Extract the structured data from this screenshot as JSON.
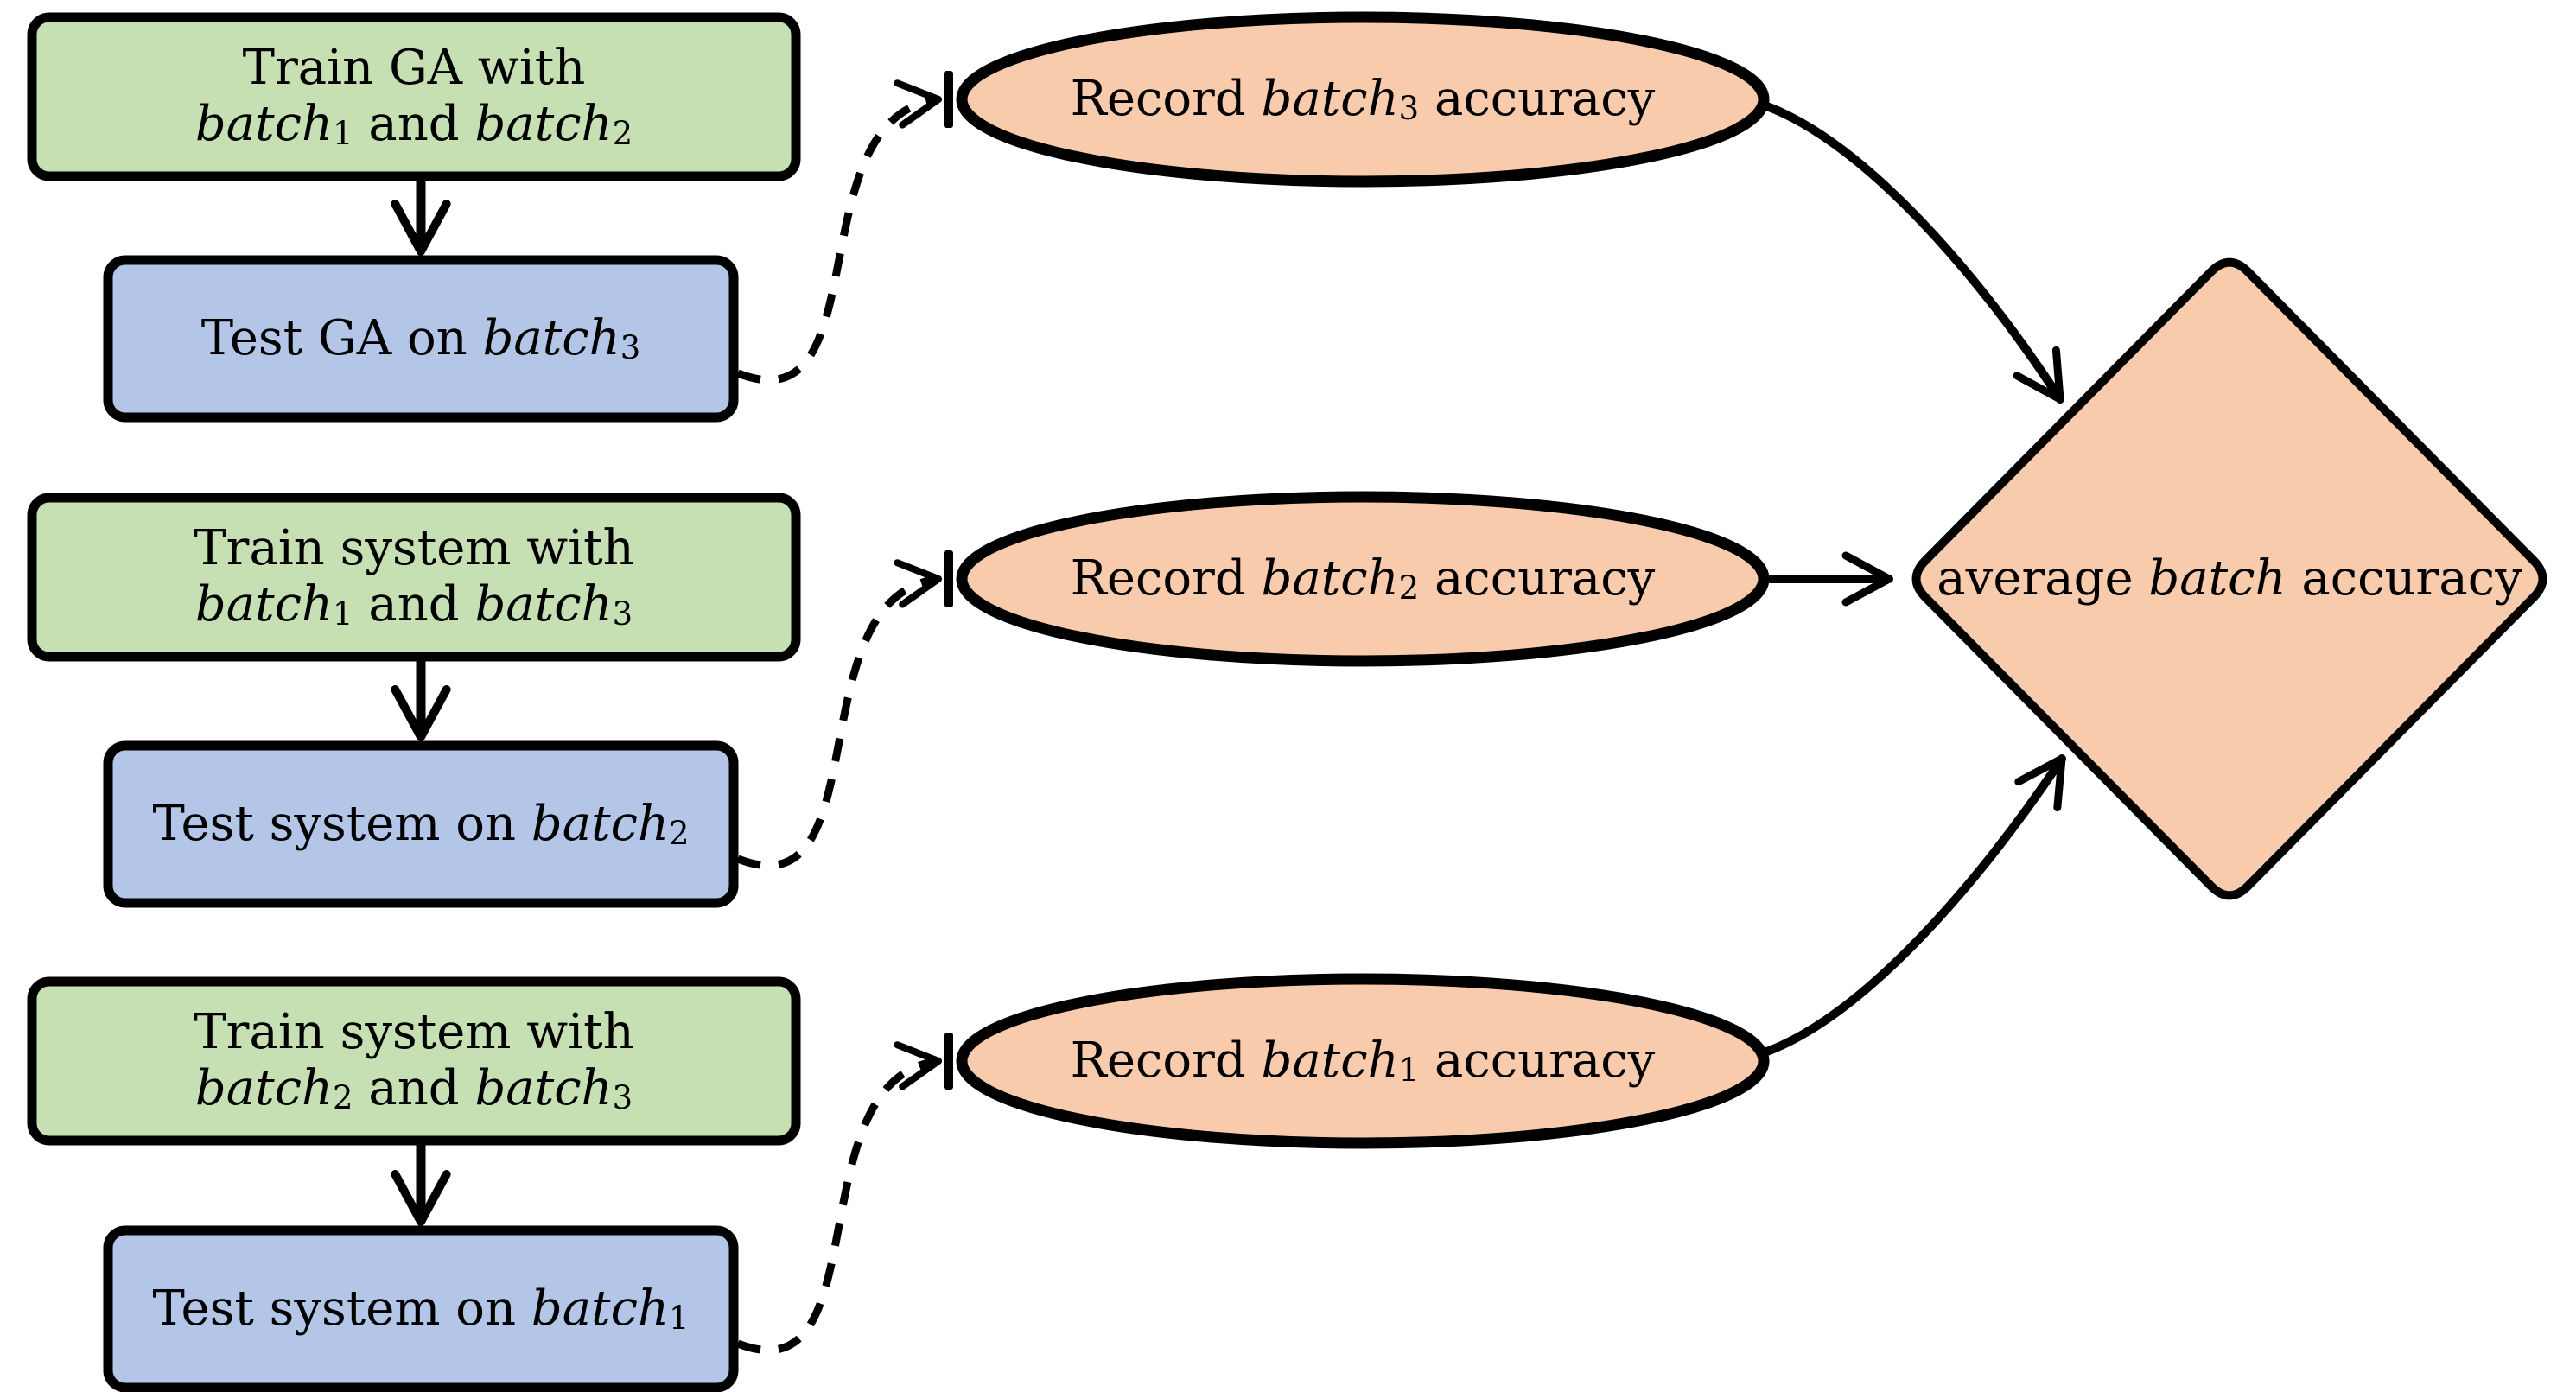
{
  "diagram": {
    "background": "#ffffff",
    "colors": {
      "train_fill": "#C6E0B4",
      "test_fill": "#B4C6E7",
      "record_fill": "#F8CBAD",
      "result_fill": "#F8CBAD",
      "stroke": "#000000",
      "text": "#000000"
    },
    "rows": [
      {
        "train": {
          "text": "Train GA with batch1 and batch2",
          "lines": [
            [
              {
                "t": "Train GA with"
              }
            ],
            [
              {
                "t": "batch",
                "i": true
              },
              {
                "t": "1",
                "sub": true
              },
              {
                "t": " and "
              },
              {
                "t": "batch",
                "i": true
              },
              {
                "t": "2",
                "sub": true
              }
            ]
          ]
        },
        "test": {
          "text": "Test GA on batch3",
          "lines": [
            [
              {
                "t": "Test GA on "
              },
              {
                "t": "batch",
                "i": true
              },
              {
                "t": "3",
                "sub": true
              }
            ]
          ]
        },
        "record": {
          "text": "Record batch3 accuracy",
          "lines": [
            [
              {
                "t": "Record "
              },
              {
                "t": "batch",
                "i": true
              },
              {
                "t": "3",
                "sub": true
              },
              {
                "t": " accuracy"
              }
            ]
          ]
        }
      },
      {
        "train": {
          "text": "Train system with batch1 and batch3",
          "lines": [
            [
              {
                "t": "Train system with"
              }
            ],
            [
              {
                "t": "batch",
                "i": true
              },
              {
                "t": "1",
                "sub": true
              },
              {
                "t": " and "
              },
              {
                "t": "batch",
                "i": true
              },
              {
                "t": "3",
                "sub": true
              }
            ]
          ]
        },
        "test": {
          "text": "Test system on batch2",
          "lines": [
            [
              {
                "t": "Test system on "
              },
              {
                "t": "batch",
                "i": true
              },
              {
                "t": "2",
                "sub": true
              }
            ]
          ]
        },
        "record": {
          "text": "Record batch2 accuracy",
          "lines": [
            [
              {
                "t": "Record "
              },
              {
                "t": "batch",
                "i": true
              },
              {
                "t": "2",
                "sub": true
              },
              {
                "t": " accuracy"
              }
            ]
          ]
        }
      },
      {
        "train": {
          "text": "Train system with batch2 and batch3",
          "lines": [
            [
              {
                "t": "Train system with"
              }
            ],
            [
              {
                "t": "batch",
                "i": true
              },
              {
                "t": "2",
                "sub": true
              },
              {
                "t": " and "
              },
              {
                "t": "batch",
                "i": true
              },
              {
                "t": "3",
                "sub": true
              }
            ]
          ]
        },
        "test": {
          "text": "Test system on batch1",
          "lines": [
            [
              {
                "t": "Test system on "
              },
              {
                "t": "batch",
                "i": true
              },
              {
                "t": "1",
                "sub": true
              }
            ]
          ]
        },
        "record": {
          "text": "Record batch1 accuracy",
          "lines": [
            [
              {
                "t": "Record "
              },
              {
                "t": "batch",
                "i": true
              },
              {
                "t": "1",
                "sub": true
              },
              {
                "t": " accuracy"
              }
            ]
          ]
        }
      }
    ],
    "result": {
      "text": "average batch accuracy",
      "lines": [
        [
          {
            "t": "average "
          },
          {
            "t": "batch",
            "i": true
          },
          {
            "t": " accuracy"
          }
        ]
      ]
    }
  }
}
